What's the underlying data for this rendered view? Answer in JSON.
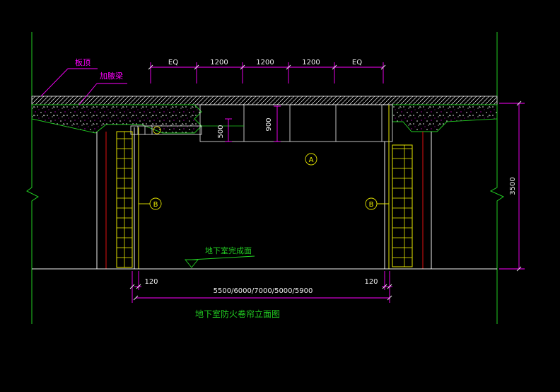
{
  "drawing": {
    "title": "地下室防火卷帘立面图",
    "colors": {
      "background": "#000000",
      "green": "#22cc22",
      "yellow": "#e8e800",
      "white": "#f0f0f0",
      "magenta": "#ff00ff",
      "red": "#e01010",
      "cyan": "#00e0e0"
    },
    "labels": {
      "slab_top": "板顶",
      "beam": "加腋梁",
      "floor_finish": "地下室完成面"
    },
    "top_dims": [
      "EQ",
      "1200",
      "1200",
      "1200",
      "EQ"
    ],
    "side_dims": {
      "left_depth": "500",
      "right_depth": "900",
      "height": "3500"
    },
    "bottom_dims": {
      "left": "120",
      "right": "120",
      "span": "5500/6000/7000/5000/5900"
    },
    "markers": {
      "center": "A",
      "left": "B",
      "right": "B"
    }
  }
}
